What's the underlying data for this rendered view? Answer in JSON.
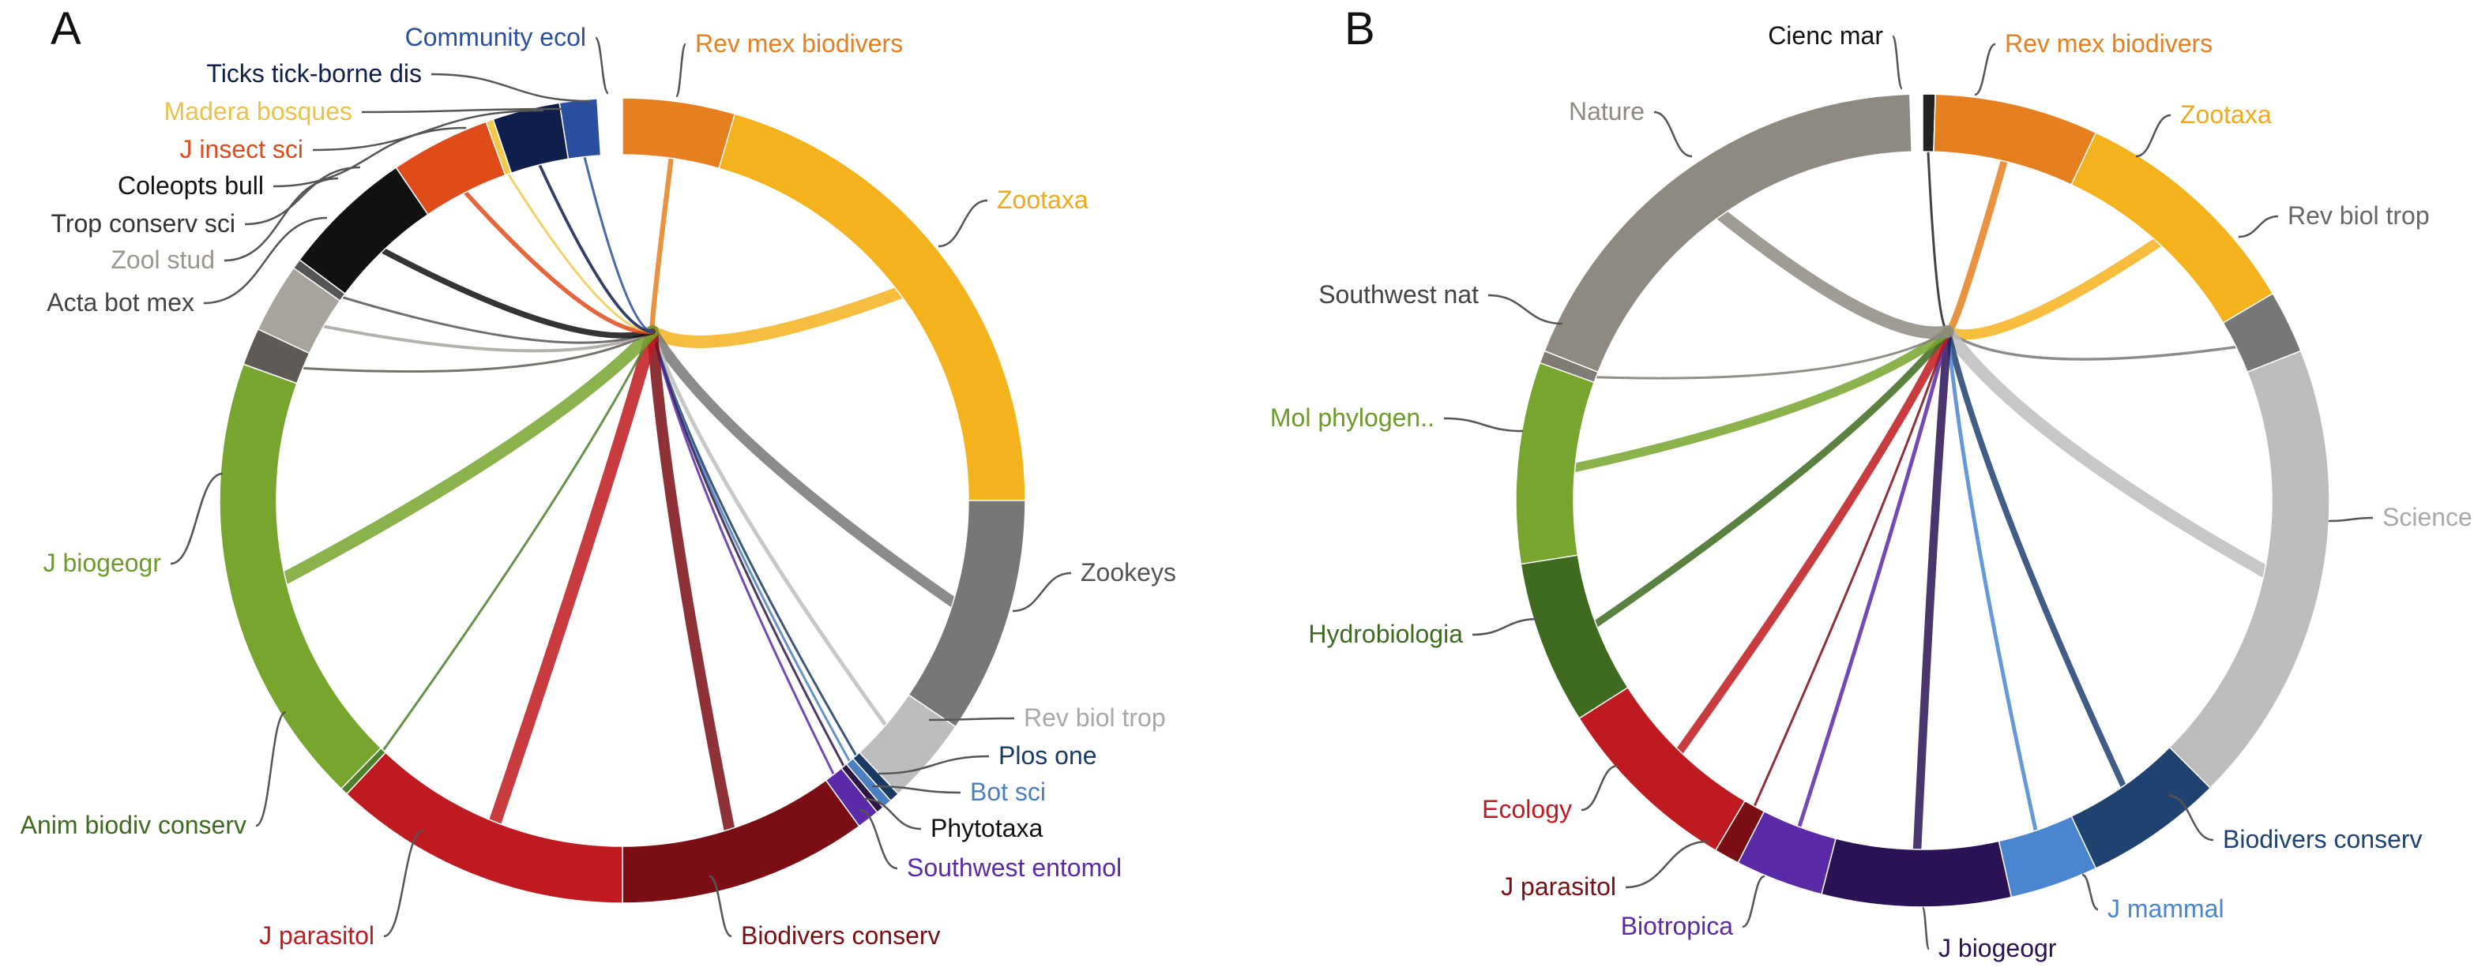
{
  "chart_data": [
    {
      "type": "chord",
      "panel_label": "A",
      "segments": [
        {
          "name": "Rev mex biodivers",
          "color": "#e57f1f",
          "start": 0.0,
          "end": 0.045
        },
        {
          "name": "Zootaxa",
          "color": "#f4b21d",
          "start": 0.045,
          "end": 0.25
        },
        {
          "name": "Zookeys",
          "color": "#777777",
          "start": 0.25,
          "end": 0.345
        },
        {
          "name": "Rev biol trop",
          "color": "#bdbdbd",
          "start": 0.345,
          "end": 0.38
        },
        {
          "name": "Plos one",
          "color": "#1b3a63",
          "start": 0.38,
          "end": 0.384
        },
        {
          "name": "Bot sci",
          "color": "#4a7fc1",
          "start": 0.384,
          "end": 0.388
        },
        {
          "name": "Phytotaxa",
          "color": "#2b1746",
          "start": 0.388,
          "end": 0.391
        },
        {
          "name": "Southwest entomol",
          "color": "#5b2aa8",
          "start": 0.391,
          "end": 0.4
        },
        {
          "name": "Biodivers conserv",
          "color": "#7a0e14",
          "start": 0.4,
          "end": 0.5
        },
        {
          "name": "J parasitol",
          "color": "#be1a1f",
          "start": 0.5,
          "end": 0.62
        },
        {
          "name": "Anim biodiv conserv",
          "color": "#4e7f2a",
          "start": 0.62,
          "end": 0.623
        },
        {
          "name": "J biogeogr",
          "color": "#77a52e",
          "start": 0.623,
          "end": 0.805
        },
        {
          "name": "Acta bot mex",
          "color": "#5f5a55",
          "start": 0.805,
          "end": 0.82
        },
        {
          "name": "Zool stud",
          "color": "#a7a39d",
          "start": 0.82,
          "end": 0.848
        },
        {
          "name": "Trop conserv sci",
          "color": "#555555",
          "start": 0.848,
          "end": 0.852
        },
        {
          "name": "Coleopts bull",
          "color": "#111111",
          "start": 0.852,
          "end": 0.905
        },
        {
          "name": "J insect sci",
          "color": "#e04b1a",
          "start": 0.905,
          "end": 0.945
        },
        {
          "name": "Madera bosques",
          "color": "#f2c94c",
          "start": 0.945,
          "end": 0.948
        },
        {
          "name": "Ticks tick-borne dis",
          "color": "#0f1e4a",
          "start": 0.948,
          "end": 0.975
        },
        {
          "name": "Community ecol",
          "color": "#2a4f9e",
          "start": 0.975,
          "end": 0.99
        }
      ]
    },
    {
      "type": "chord",
      "panel_label": "B",
      "segments": [
        {
          "name": "Cienc mar",
          "color": "#222222",
          "start": 0.0,
          "end": 0.005
        },
        {
          "name": "Rev mex biodivers",
          "color": "#e57f1f",
          "start": 0.005,
          "end": 0.07
        },
        {
          "name": "Zootaxa",
          "color": "#f4b21d",
          "start": 0.07,
          "end": 0.165
        },
        {
          "name": "Rev biol trop",
          "color": "#777777",
          "start": 0.165,
          "end": 0.19
        },
        {
          "name": "Science",
          "color": "#bdbdbd",
          "start": 0.19,
          "end": 0.375
        },
        {
          "name": "Biodivers conserv",
          "color": "#1f4270",
          "start": 0.375,
          "end": 0.43
        },
        {
          "name": "J mammal",
          "color": "#4a86cf",
          "start": 0.43,
          "end": 0.465
        },
        {
          "name": "J biogeogr",
          "color": "#2b1254",
          "start": 0.465,
          "end": 0.54
        },
        {
          "name": "Biotropica",
          "color": "#5b2aa8",
          "start": 0.54,
          "end": 0.575
        },
        {
          "name": "J parasitol",
          "color": "#7a0e14",
          "start": 0.575,
          "end": 0.585
        },
        {
          "name": "Ecology",
          "color": "#be1a1f",
          "start": 0.585,
          "end": 0.66
        },
        {
          "name": "Hydrobiologia",
          "color": "#3e6b1f",
          "start": 0.66,
          "end": 0.725
        },
        {
          "name": "Mol phylogen..",
          "color": "#77a52e",
          "start": 0.725,
          "end": 0.805
        },
        {
          "name": "Southwest nat",
          "color": "#7f7a73",
          "start": 0.805,
          "end": 0.81
        },
        {
          "name": "Nature",
          "color": "#8e8a82",
          "start": 0.81,
          "end": 0.995
        }
      ]
    }
  ],
  "labels": {
    "A": [
      {
        "text": "Community ecol",
        "color": "#2a4f9e"
      },
      {
        "text": "Rev mex biodivers",
        "color": "#e57f1f"
      },
      {
        "text": "Ticks tick-borne dis",
        "color": "#0f1e4a"
      },
      {
        "text": "Madera bosques",
        "color": "#e9c24a"
      },
      {
        "text": "J insect sci",
        "color": "#e04b1a"
      },
      {
        "text": "Coleopts bull",
        "color": "#111111"
      },
      {
        "text": "Trop conserv sci",
        "color": "#333333"
      },
      {
        "text": "Zool stud",
        "color": "#9b978f"
      },
      {
        "text": "Acta bot mex",
        "color": "#444444"
      },
      {
        "text": "Zootaxa",
        "color": "#f0a91a"
      },
      {
        "text": "J biogeogr",
        "color": "#6d9a2a"
      },
      {
        "text": "Zookeys",
        "color": "#555555"
      },
      {
        "text": "Rev biol trop",
        "color": "#a8a8a8"
      },
      {
        "text": "Plos one",
        "color": "#1b3a63"
      },
      {
        "text": "Bot sci",
        "color": "#4a7fc1"
      },
      {
        "text": "Phytotaxa",
        "color": "#111111"
      },
      {
        "text": "Southwest entomol",
        "color": "#5b2aa8"
      },
      {
        "text": "Anim biodiv conserv",
        "color": "#3e6b1f"
      },
      {
        "text": "J parasitol",
        "color": "#be1a1f"
      },
      {
        "text": "Biodivers conserv",
        "color": "#7a0e14"
      }
    ],
    "B": [
      {
        "text": "Cienc mar",
        "color": "#111111"
      },
      {
        "text": "Rev mex biodivers",
        "color": "#e57f1f"
      },
      {
        "text": "Nature",
        "color": "#8e8a82"
      },
      {
        "text": "Zootaxa",
        "color": "#f0a91a"
      },
      {
        "text": "Rev biol trop",
        "color": "#666666"
      },
      {
        "text": "Southwest nat",
        "color": "#444444"
      },
      {
        "text": "Mol phylogen..",
        "color": "#6d9a2a"
      },
      {
        "text": "Science",
        "color": "#a8a8a8"
      },
      {
        "text": "Hydrobiologia",
        "color": "#3e6b1f"
      },
      {
        "text": "Ecology",
        "color": "#be1a1f"
      },
      {
        "text": "Biodivers conserv",
        "color": "#1f4270"
      },
      {
        "text": "J parasitol",
        "color": "#7a0e14"
      },
      {
        "text": "J mammal",
        "color": "#4a86cf"
      },
      {
        "text": "Biotropica",
        "color": "#5b2aa8"
      },
      {
        "text": "J biogeogr",
        "color": "#2b1254"
      }
    ]
  }
}
